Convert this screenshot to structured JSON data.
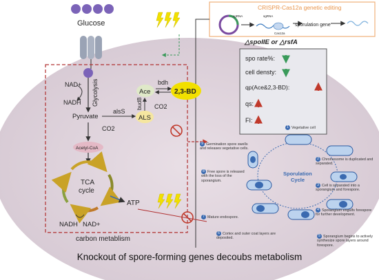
{
  "glucose": "Glucose",
  "crispr": {
    "title": "CRISPR-Cas12a genetic editing",
    "sgrna1": "sgRNA",
    "sgrna2": "sgRNA",
    "cas12a": "Cas12a",
    "spore_gene": "sporulation gene",
    "knockout": "△spoIIE  or  △rsfA"
  },
  "metrics": {
    "spo_rate": "spo rate%:",
    "cell_density": "cell densty:",
    "qp": "qp(Ace&2,3-BD):",
    "qs": "qs:",
    "fi": "FI:",
    "colors": {
      "down": "#3a9a5a",
      "up": "#d0342c"
    }
  },
  "metabolism": {
    "nad_plus": "NAD+",
    "nadh": "NADH",
    "glycolysis": "Glycolysis",
    "pyruvate": "Pyruvate",
    "als_enzyme": "alsS",
    "als": "ALS",
    "co2_a": "CO2",
    "co2_b": "CO2",
    "budb": "budB",
    "ace": "Ace",
    "bdh": "bdh",
    "bd23": "2,3-BD",
    "acetyl_coa": "Acetyl-CoA",
    "tca1": "TCA",
    "tca2": "cycle",
    "atp": "ATP",
    "nadh2": "NADH",
    "nad2": "NAD+",
    "label": "carbon metablism"
  },
  "sporulation": {
    "cycle1": "Sporulation",
    "cycle2": "Cycle",
    "steps": [
      {
        "num": "1",
        "text": "Vegetative cell"
      },
      {
        "num": "2",
        "text": "Chromosome is duplicated and separated."
      },
      {
        "num": "3",
        "text": "Cell is separated into a sporangium and forespore."
      },
      {
        "num": "4",
        "text": "Sporangium engulfs forespore for further development."
      },
      {
        "num": "5",
        "text": "Sporangium begins to actively synthesize spore layers around forespore."
      },
      {
        "num": "6",
        "text": "Cortex and outer coat layers are deposited."
      },
      {
        "num": "7",
        "text": "Mature endospore."
      },
      {
        "num": "8",
        "text": "Free spore is released with the loss of the sporangium."
      },
      {
        "num": "9",
        "text": "Germination spore swells and releases vegetative cells."
      }
    ]
  },
  "caption": "Knockout of spore-forming genes decoubs metabolism"
}
